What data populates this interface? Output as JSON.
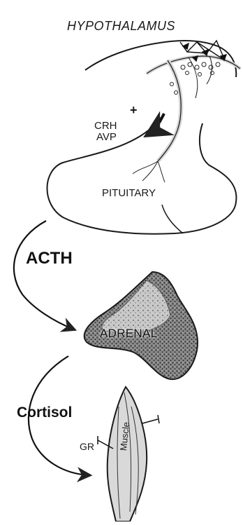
{
  "labels": {
    "hypothalamus": "HYPOTHALAMUS",
    "plus": "+",
    "crh": "CRH",
    "avp": "AVP",
    "pituitary": "PITUITARY",
    "acth": "ACTH",
    "adrenal": "ADRENAL",
    "cortisol": "Cortisol",
    "gr": "GR",
    "muscle": "Muscle"
  }
}
